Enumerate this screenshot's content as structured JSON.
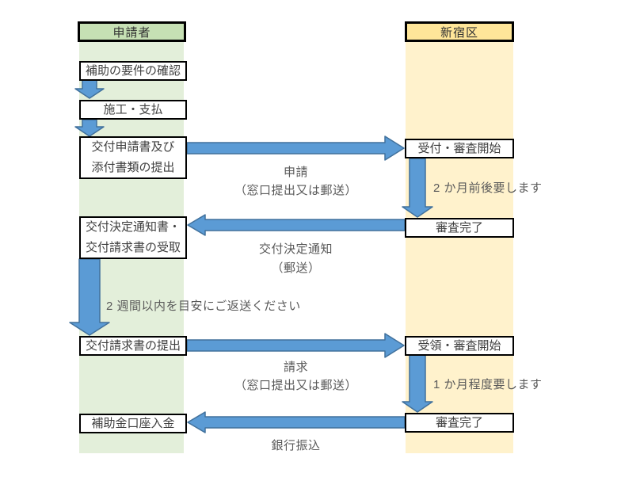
{
  "applicant": {
    "header": "申請者",
    "box_requirements": "補助の要件の確認",
    "box_construction": "施工・支払",
    "box_application_line1": "交付申請書及び",
    "box_application_line2": "添付書類の提出",
    "box_notice_line1": "交付決定通知書・",
    "box_notice_line2": "交付請求書の受取",
    "box_claim": "交付請求書の提出",
    "box_deposit": "補助金口座入金",
    "note_return_deadline": "2 週間以内を目安にご返送ください"
  },
  "ward": {
    "header": "新宿区",
    "box_reception_start": "受付・審査開始",
    "box_review_complete_1": "審査完了",
    "box_receipt_start": "受領・審査開始",
    "box_review_complete_2": "審査完了",
    "note_review_duration": "2 か月前後要します",
    "note_payment_duration": "1 か月程度要します"
  },
  "arrow_labels": {
    "application": "申請",
    "application_method": "（窓口提出又は郵送）",
    "decision_notice": "交付決定通知",
    "decision_notice_method": "（郵送）",
    "claim": "請求",
    "claim_method": "（窓口提出又は郵送）",
    "bank_transfer": "銀行振込"
  },
  "colors": {
    "arrow_fill": "#5B9BD5",
    "arrow_border": "#41719C",
    "applicant_header_bg": "#C6E0B4",
    "applicant_band_bg": "#E3EFDA",
    "ward_header_bg": "#FFE699",
    "ward_band_bg": "#FFF2CC",
    "box_border": "#000000",
    "box_bg": "#FFFFFF",
    "box_text": "#404040",
    "note_text": "#595959"
  }
}
